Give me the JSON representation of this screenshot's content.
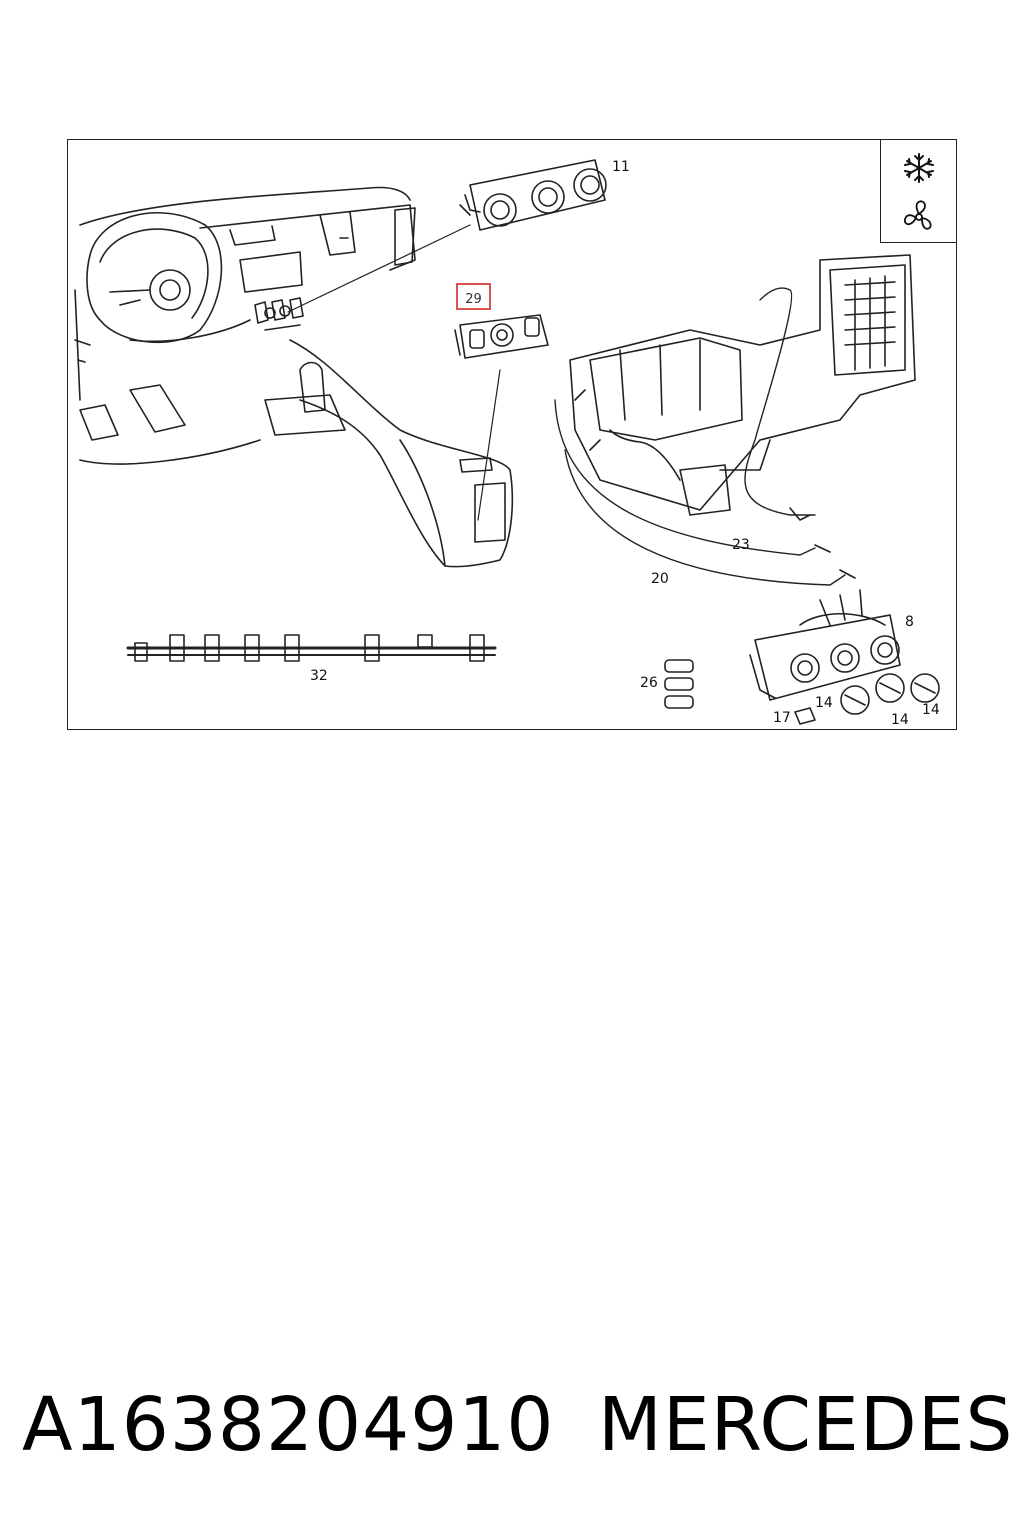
{
  "callouts": [
    {
      "id": "11",
      "text": "11"
    },
    {
      "id": "29",
      "text": "29"
    },
    {
      "id": "23",
      "text": "23"
    },
    {
      "id": "20",
      "text": "20"
    },
    {
      "id": "8",
      "text": "8"
    },
    {
      "id": "26",
      "text": "26"
    },
    {
      "id": "14a",
      "text": "14"
    },
    {
      "id": "14b",
      "text": "14"
    },
    {
      "id": "14c",
      "text": "14"
    },
    {
      "id": "17",
      "text": "17"
    },
    {
      "id": "32",
      "text": "32"
    }
  ],
  "highlighted_callout": "29",
  "icons": {
    "top": "snowflake-icon",
    "bottom": "fan-icon"
  },
  "footer": {
    "part_number": "A1638204910",
    "brand": "MERCEDES"
  },
  "colors": {
    "line": "#222222",
    "highlight": "#d9534f"
  }
}
